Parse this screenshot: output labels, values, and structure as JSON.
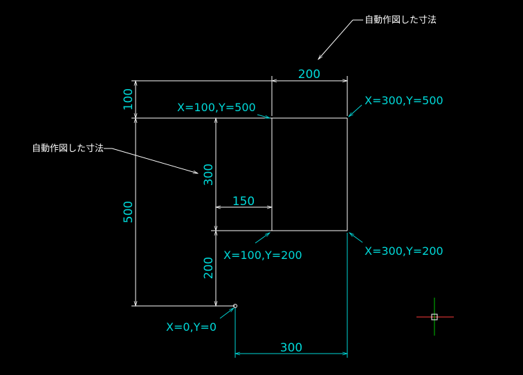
{
  "viewport": {
    "background": "#000000",
    "accent_text_color": "#00d8d8",
    "line_color": "#ffffff",
    "crosshair_x_color": "#ff3b3b",
    "crosshair_y_color": "#00c000"
  },
  "annotations": {
    "auto_dim_label_top": "自動作図した寸法",
    "auto_dim_label_left": "自動作図した寸法"
  },
  "dimensions": {
    "top_width": "200",
    "top_height": "100",
    "inner_height": "300",
    "inner_width": "150",
    "left_height": "500",
    "bottom_height": "200",
    "bottom_width": "300"
  },
  "coordinates": {
    "top_left": "X=100,Y=500",
    "top_right": "X=300,Y=500",
    "bottom_left": "X=100,Y=200",
    "bottom_right": "X=300,Y=200",
    "origin": "X=0,Y=0"
  }
}
